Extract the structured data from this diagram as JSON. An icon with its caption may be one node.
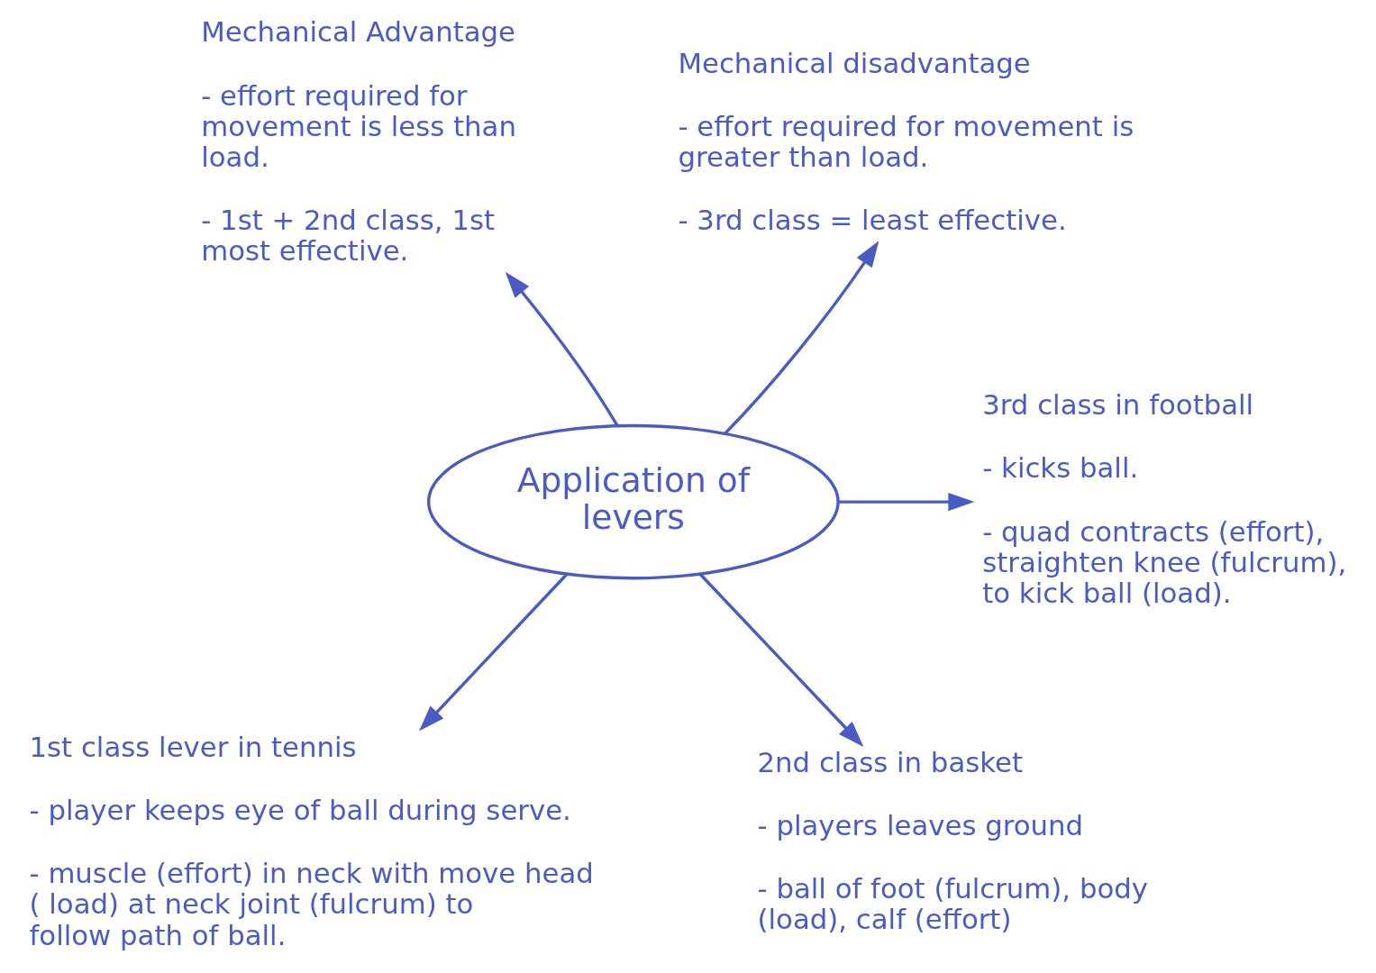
{
  "diagram": {
    "nodes": [
      {
        "text": [
          "Mechanical Advantage",
          "- effort required for movement is less than load.",
          "- 1st + 2nd class, 1st most effective."
        ]
      },
      {
        "text": [
          "Mechanical disadvantage",
          "- effort required for movement is greater than load.",
          "- 3rd class = least effective."
        ]
      },
      {
        "text": [
          "3rd class in football",
          "- kicks ball.",
          "- quad contracts (effort), straighten knee (fulcrum), to kick ball (load)."
        ]
      },
      {
        "text": [
          "Application of levers"
        ]
      },
      {
        "text": [
          "1st class lever in tennis",
          "- player keeps eye of ball during serve.",
          "- muscle (effort) in neck with move head ( load) at neck joint (fulcrum) to follow path of ball."
        ]
      },
      {
        "text": [
          "2nd class in basket",
          "- players leaves ground",
          "- ball of foot (fulcrum), body (load), calf (effort)"
        ]
      }
    ],
    "edges": [
      {
        "from": 3,
        "to": 0,
        "arrow": "to"
      },
      {
        "from": 3,
        "to": 1,
        "arrow": "to"
      },
      {
        "from": 3,
        "to": 2,
        "arrow": "to"
      },
      {
        "from": 3,
        "to": 4,
        "arrow": "to"
      },
      {
        "from": 3,
        "to": 5,
        "arrow": "to"
      }
    ]
  }
}
